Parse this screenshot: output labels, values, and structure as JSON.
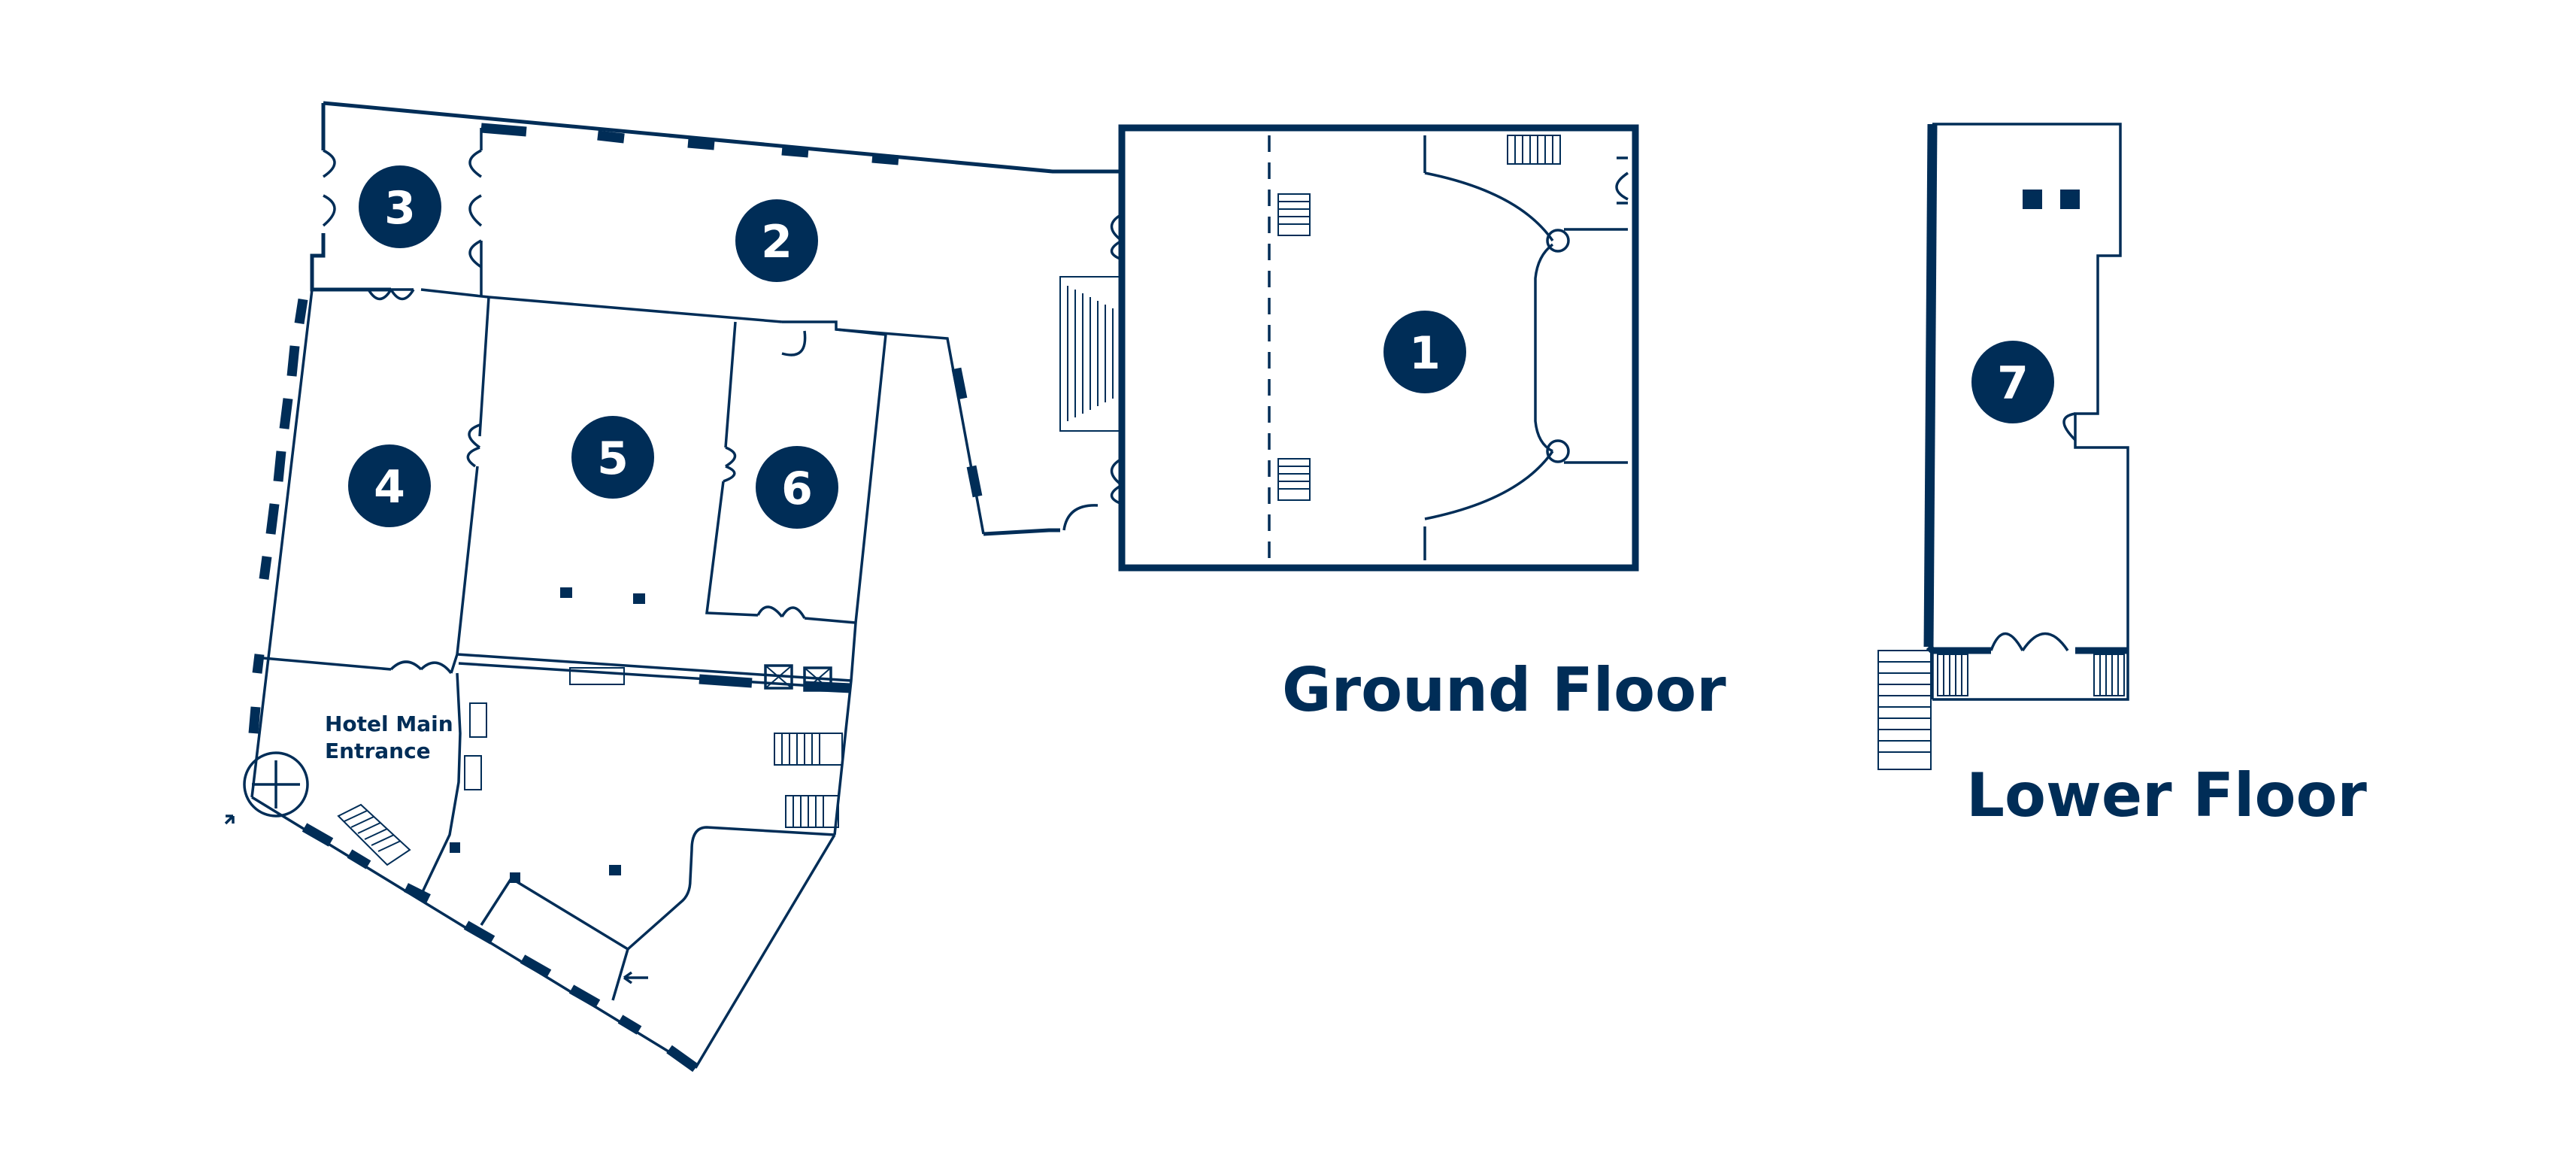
{
  "plan": {
    "floors": {
      "ground": "Ground Floor",
      "lower": "Lower Floor"
    },
    "entrance_label": [
      "Hotel Main",
      "Entrance"
    ],
    "rooms": [
      {
        "id": "room-1",
        "number": "1",
        "floor": "ground"
      },
      {
        "id": "room-2",
        "number": "2",
        "floor": "ground"
      },
      {
        "id": "room-3",
        "number": "3",
        "floor": "ground"
      },
      {
        "id": "room-4",
        "number": "4",
        "floor": "ground"
      },
      {
        "id": "room-5",
        "number": "5",
        "floor": "ground"
      },
      {
        "id": "room-6",
        "number": "6",
        "floor": "ground"
      },
      {
        "id": "room-7",
        "number": "7",
        "floor": "lower"
      }
    ],
    "colors": {
      "ink": "#002d57",
      "background": "#ffffff"
    }
  }
}
